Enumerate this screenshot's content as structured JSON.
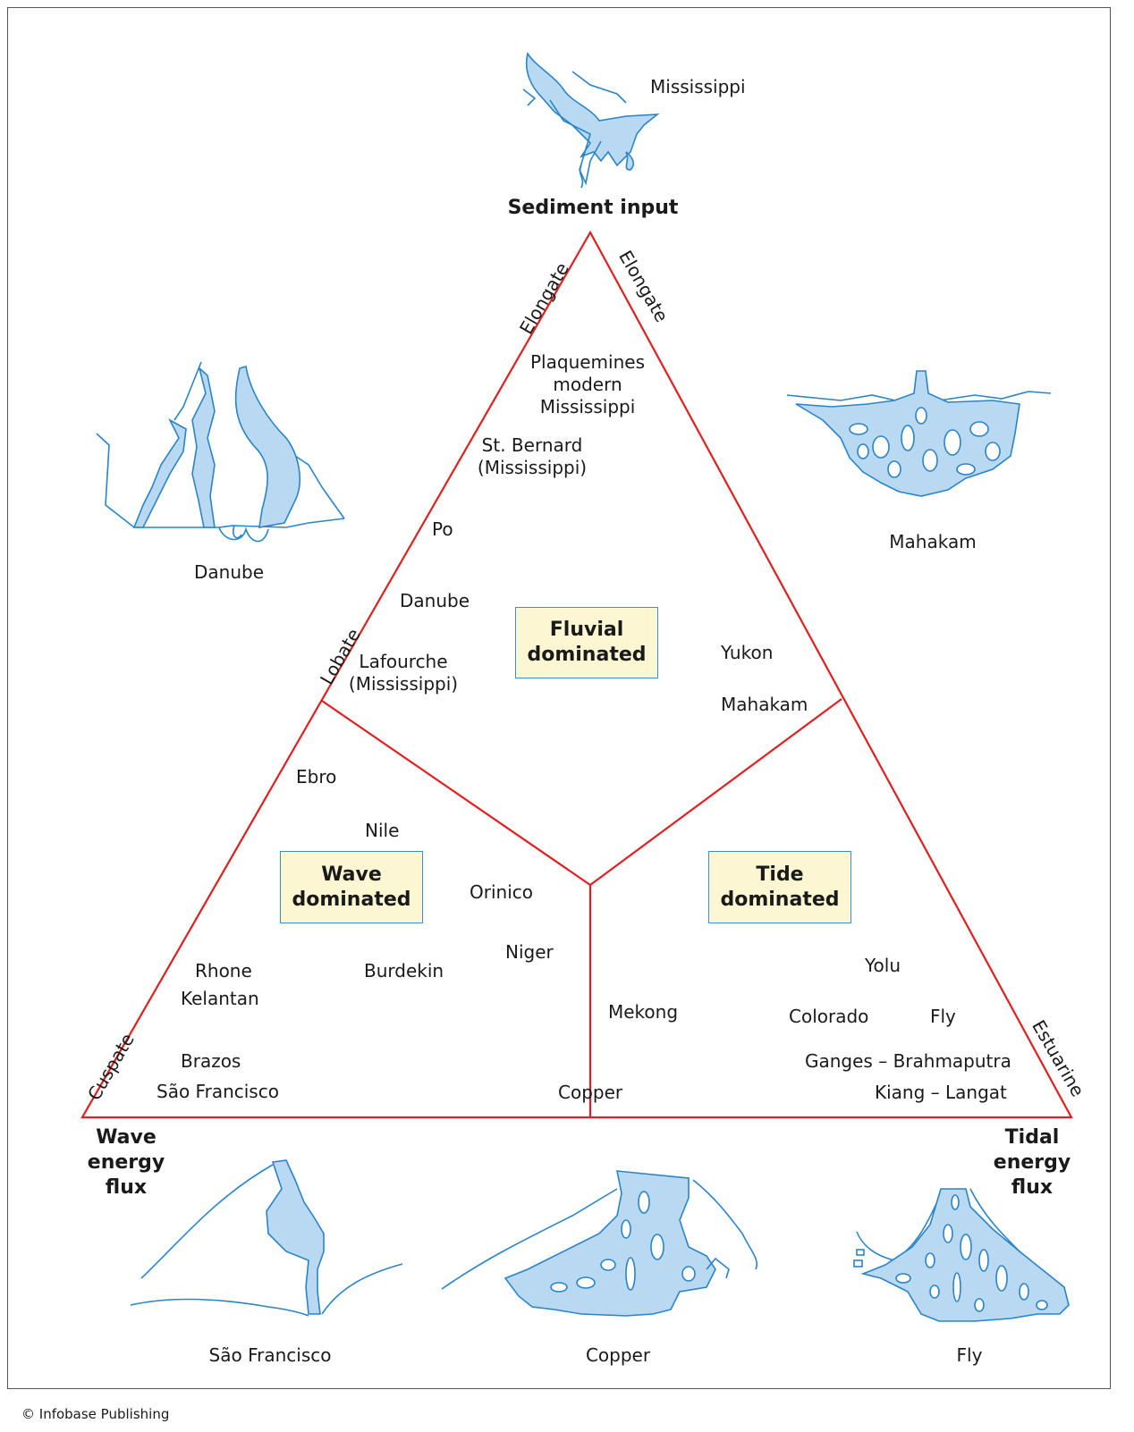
{
  "top_label": "Sediment input",
  "bottom_left_label": [
    "Wave",
    "energy",
    "flux"
  ],
  "bottom_right_label": [
    "Tidal",
    "energy",
    "flux"
  ],
  "edge_labels": {
    "left_upper": "Elongate",
    "right_upper": "Elongate",
    "left_middle": "Lobate",
    "left_lower": "Cuspate",
    "right_lower": "Estuarine"
  },
  "regions": {
    "fluvial": [
      "Fluvial",
      "dominated"
    ],
    "wave": [
      "Wave",
      "dominated"
    ],
    "tide": [
      "Tide",
      "dominated"
    ]
  },
  "deltas": {
    "plaquemines": [
      "Plaquemines",
      "modern",
      "Mississippi"
    ],
    "st_bernard": [
      "St. Bernard",
      "(Mississippi)"
    ],
    "po": "Po",
    "danube": "Danube",
    "lafourche": [
      "Lafourche",
      "(Mississippi)"
    ],
    "yukon": "Yukon",
    "mahakam": "Mahakam",
    "ebro": "Ebro",
    "nile": "Nile",
    "orinico": "Orinico",
    "niger": "Niger",
    "rhone": "Rhone",
    "kelantan": "Kelantan",
    "burdekin": "Burdekin",
    "brazos": "Brazos",
    "sao_francisco": "São Francisco",
    "mekong": "Mekong",
    "copper": "Copper",
    "yolu": "Yolu",
    "colorado": "Colorado",
    "fly": "Fly",
    "ganges": "Ganges – Brahmaputra",
    "kiang": "Kiang – Langat"
  },
  "maps": {
    "mississippi": "Mississippi",
    "danube": "Danube",
    "mahakam": "Mahakam",
    "sao_francisco": "São Francisco",
    "copper": "Copper",
    "fly": "Fly"
  },
  "copyright": "© Infobase Publishing",
  "colors": {
    "triangle": "#e02020",
    "water": "#b9d9f2",
    "outline": "#2a84c8",
    "box_fill": "#fdf6d2",
    "box_border": "#3a8fd0"
  }
}
